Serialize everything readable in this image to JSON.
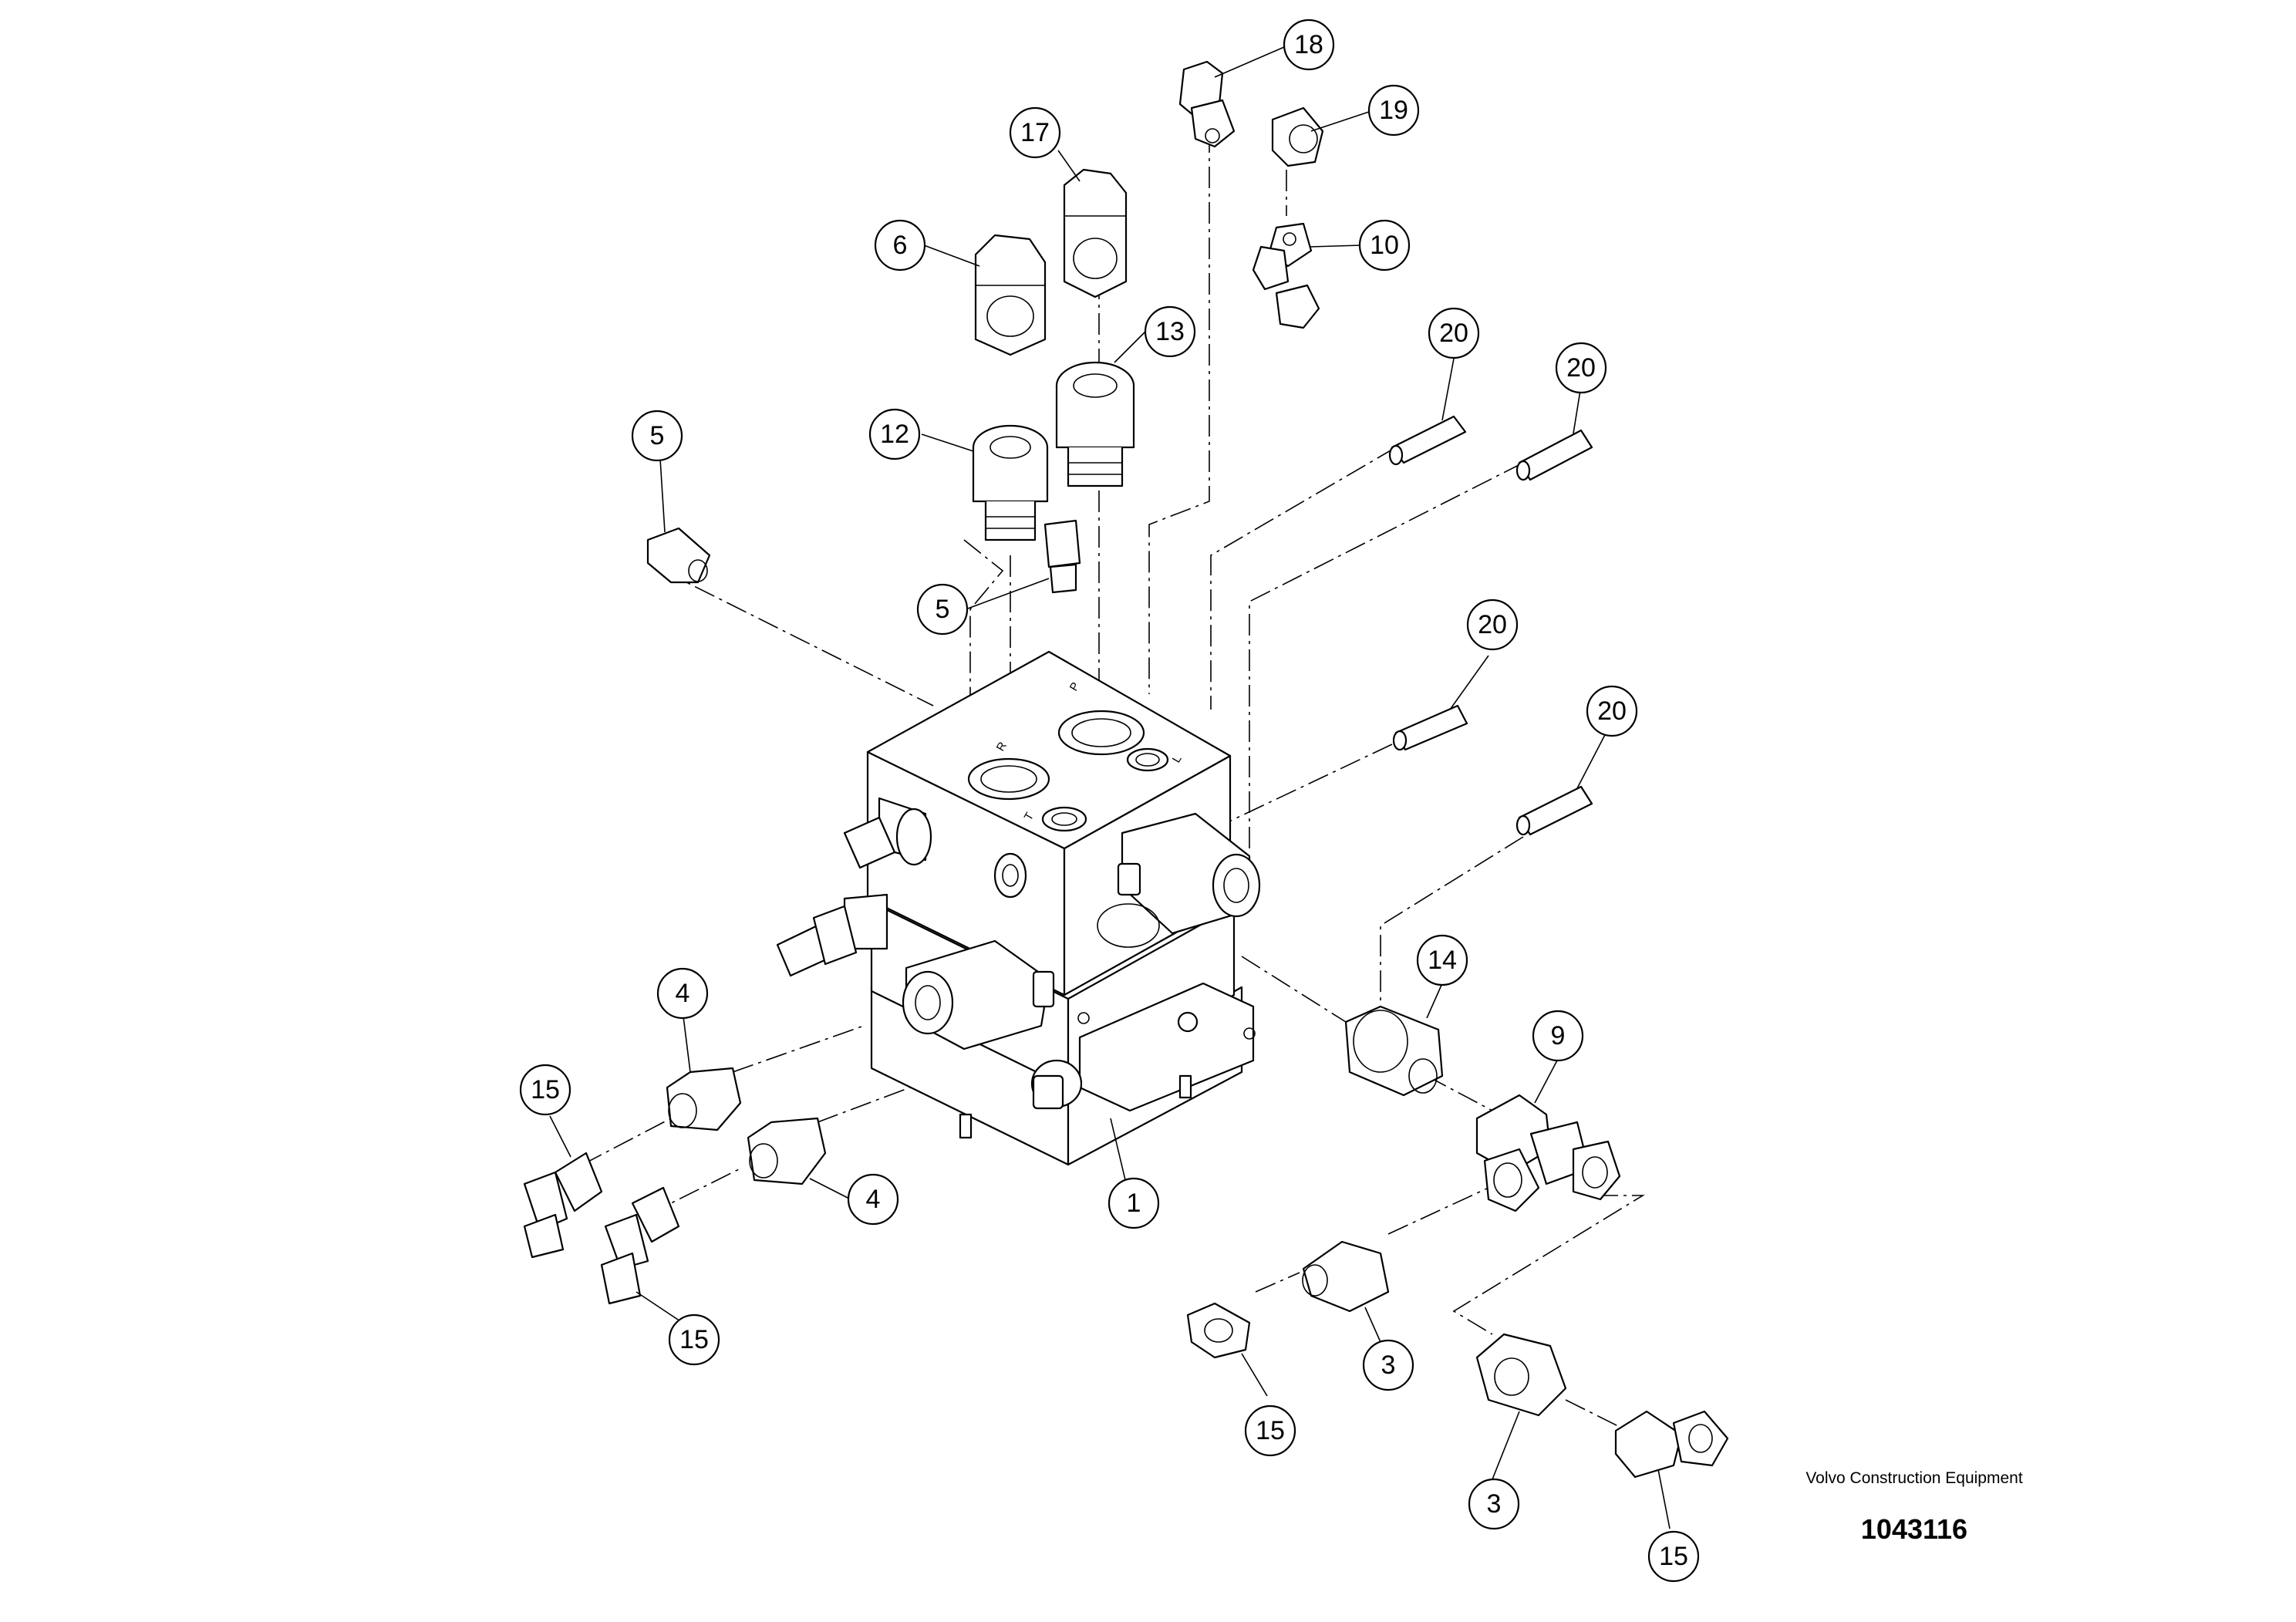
{
  "callouts": [
    {
      "label": "18"
    },
    {
      "label": "19"
    },
    {
      "label": "17"
    },
    {
      "label": "10"
    },
    {
      "label": "6"
    },
    {
      "label": "13"
    },
    {
      "label": "20"
    },
    {
      "label": "20"
    },
    {
      "label": "5"
    },
    {
      "label": "12"
    },
    {
      "label": "5"
    },
    {
      "label": "20"
    },
    {
      "label": "20"
    },
    {
      "label": "14"
    },
    {
      "label": "4"
    },
    {
      "label": "9"
    },
    {
      "label": "15"
    },
    {
      "label": "4"
    },
    {
      "label": "1"
    },
    {
      "label": "15"
    },
    {
      "label": "3"
    },
    {
      "label": "15"
    },
    {
      "label": "3"
    },
    {
      "label": "15"
    }
  ],
  "port_marks": [
    "R",
    "P",
    "T",
    "L"
  ],
  "footer": {
    "manufacturer": "Volvo Construction Equipment",
    "part_number": "1043116"
  }
}
